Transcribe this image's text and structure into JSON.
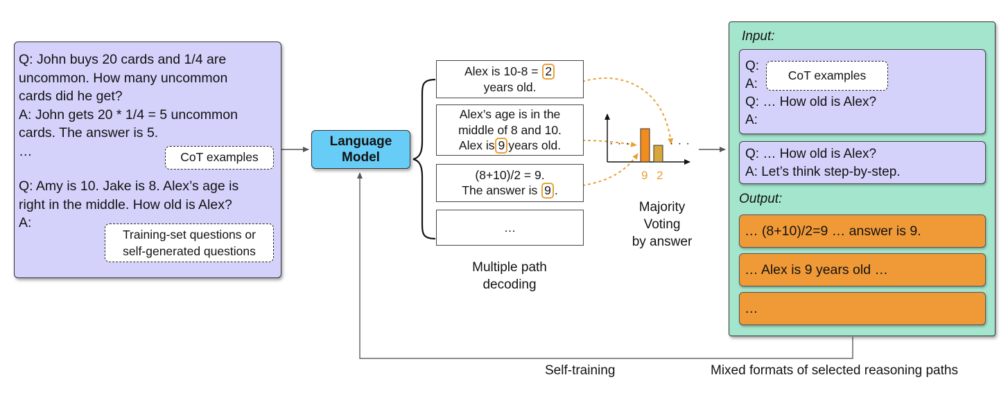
{
  "question_box": {
    "lines": [
      "Q: John buys 20 cards and 1/4 are",
      "uncommon. How many uncommon",
      "cards did he get?",
      "A: John gets 20 * 1/4 = 5 uncommon",
      "cards. The answer is 5.",
      "…"
    ],
    "lines2": [
      "Q: Amy is 10. Jake is 8. Alex’s age is",
      "right in the middle. How old is Alex?",
      "A:"
    ],
    "cot_tag": "CoT examples",
    "train_tag_line1": "Training-set questions or",
    "train_tag_line2": "self-generated questions"
  },
  "language_model": {
    "line1": "Language",
    "line2": "Model"
  },
  "paths": {
    "p1_pre": "Alex is 10-8 =",
    "p1_ans": "2",
    "p1_line2": "years old.",
    "p2_line1": "Alex’s age is in the",
    "p2_line2": "middle of 8 and 10.",
    "p2_pre": "Alex is",
    "p2_ans": "9",
    "p2_post": "years old.",
    "p3_line1": "(8+10)/2 = 9.",
    "p3_pre": "The answer is",
    "p3_ans": "9",
    "p3_post": ".",
    "p4": "…",
    "caption_line1": "Multiple path",
    "caption_line2": "decoding"
  },
  "voting": {
    "dots_left": "· · ·",
    "dots_right": "· · ·",
    "label_9": "9",
    "label_2": "2",
    "caption_line1": "Majority",
    "caption_line2": "Voting",
    "caption_line3": "by answer"
  },
  "chart_data": {
    "type": "bar",
    "categories": [
      "9",
      "2"
    ],
    "values": [
      2,
      1
    ],
    "colors": [
      "#f28c1e",
      "#d8a73a"
    ]
  },
  "right_panel": {
    "input_label": "Input:",
    "box1_q": "Q:",
    "box1_a": "A:",
    "box1_cot": "CoT examples",
    "box1_q2": "Q: … How old is Alex?",
    "box1_a2": "A:",
    "box2_line1": "Q: … How old is Alex?",
    "box2_line2": "A: Let’s think step-by-step.",
    "output_label": "Output:",
    "out1": "… (8+10)/2=9 … answer is 9.",
    "out2": "… Alex is 9 years old …",
    "out3": "…"
  },
  "bottom": {
    "self_training": "Self-training",
    "mixed_formats": "Mixed formats of selected reasoning paths"
  },
  "colors": {
    "question_bg": "#d4d2fb",
    "lm_bg": "#68cdf6",
    "panel_bg": "#a4e5cd",
    "output_bg": "#f09a37",
    "highlight": "#e8a038"
  }
}
